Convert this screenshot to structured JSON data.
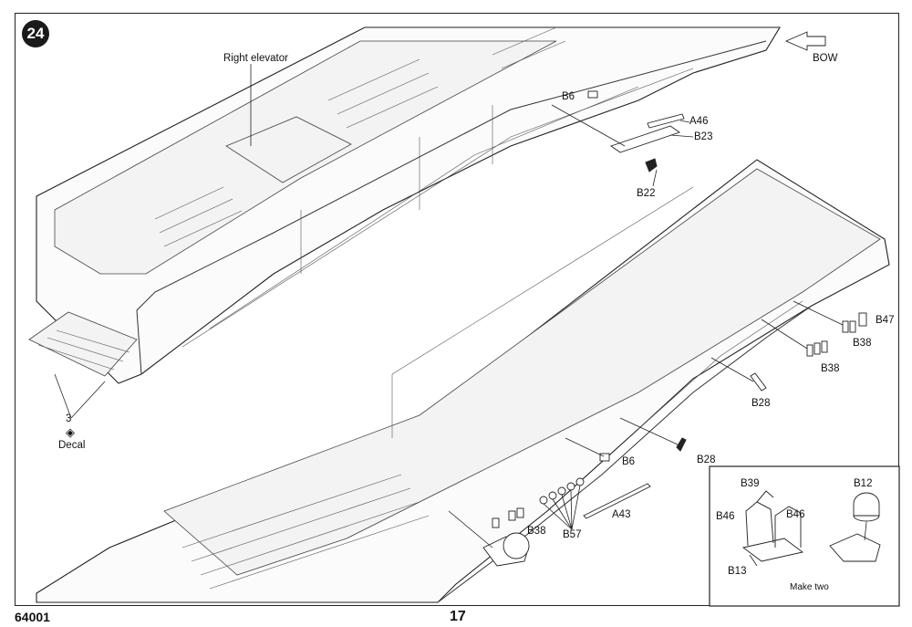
{
  "step": {
    "number": "24"
  },
  "annotations": {
    "right_elevator": "Right elevator",
    "bow": "BOW",
    "decal_number": "3",
    "decal": "Decal"
  },
  "parts": {
    "b6_top": "B6",
    "a46": "A46",
    "b23": "B23",
    "b22": "B22",
    "b47": "B47",
    "b38_right_1": "B38",
    "b38_right_2": "B38",
    "b28_1": "B28",
    "b28_2": "B28",
    "b6_bottom": "B6",
    "a43": "A43",
    "b38_bottom": "B38",
    "b57": "B57"
  },
  "inset": {
    "b39": "B39",
    "b46_left": "B46",
    "b46_right": "B46",
    "b13": "B13",
    "b12": "B12",
    "make_two": "Make two"
  },
  "footer": {
    "kit_code": "64001",
    "page_number": "17"
  }
}
